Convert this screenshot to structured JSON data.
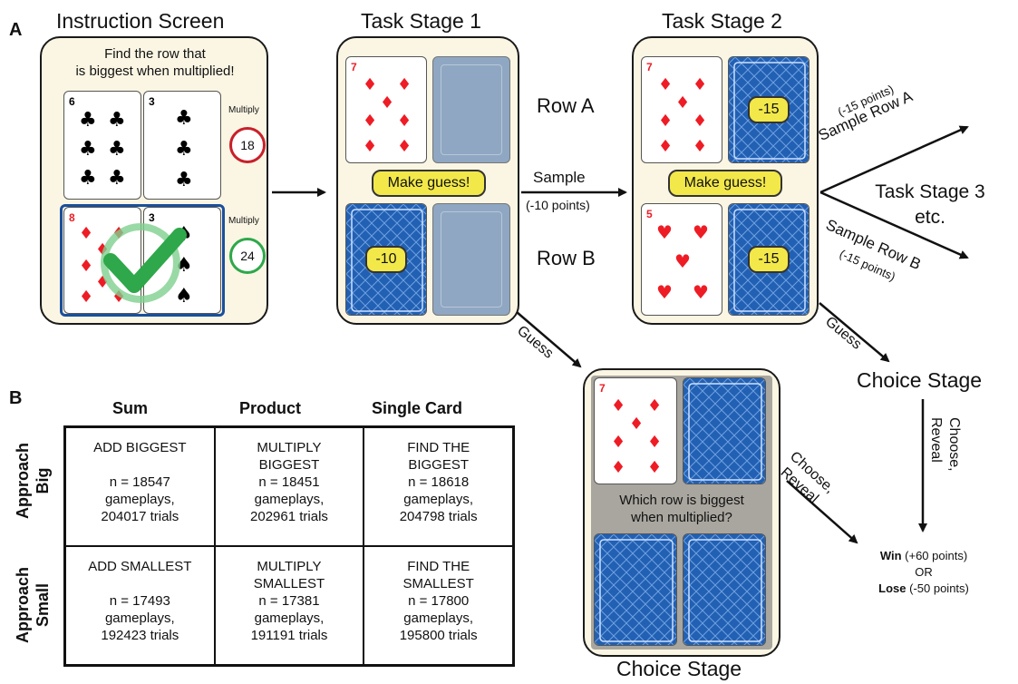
{
  "panel_letters": {
    "a": "A",
    "b": "B"
  },
  "instruction": {
    "title": "Instruction Screen",
    "prompt": "Find the row that\nis biggest when multiplied!",
    "multiply_label": "Multiply",
    "row1_product": "18",
    "row2_product": "24",
    "row1_cards": [
      "6",
      "3"
    ],
    "row2_cards": [
      "8",
      "3"
    ]
  },
  "stage1": {
    "title": "Task Stage 1",
    "row_a": "Row A",
    "row_b": "Row B",
    "guess_button": "Make guess!",
    "cost_badge": "-10",
    "card_a": "7"
  },
  "stage2": {
    "title": "Task Stage 2",
    "guess_button": "Make guess!",
    "cost_badge_a": "-15",
    "cost_badge_b": "-15",
    "card_a": "7",
    "card_b": "5"
  },
  "arrows": {
    "sample": "Sample",
    "sample_cost": "(-10 points)",
    "guess1": "Guess",
    "guess2": "Guess",
    "sample_row_a": "Sample Row A",
    "sample_row_a_cost": "(-15 points)",
    "sample_row_b": "Sample Row B",
    "sample_row_b_cost": "(-15 points)",
    "task_stage3_line1": "Task Stage 3",
    "task_stage3_line2": "etc.",
    "choice_stage_right": "Choice Stage",
    "choose_reveal_vertical_1": "Choose,",
    "choose_reveal_vertical_2": "Reveal",
    "choose_reveal_diag_1": "Choose,",
    "choose_reveal_diag_2": "Reveal"
  },
  "outcome": {
    "win": "Win",
    "win_pts": "(+60 points)",
    "or": "OR",
    "lose": "Lose",
    "lose_pts": "(-50 points)"
  },
  "choice_stage": {
    "title": "Choice Stage",
    "question": "Which row is biggest\nwhen multiplied?",
    "card": "7"
  },
  "table": {
    "col_headers": [
      "Sum",
      "Product",
      "Single Card"
    ],
    "row_headers": [
      [
        "Approach",
        "Big"
      ],
      [
        "Approach",
        "Small"
      ]
    ],
    "rows": [
      [
        "ADD BIGGEST\n\nn = 18547\ngameplays,\n204017 trials",
        "MULTIPLY\nBIGGEST\nn = 18451\ngameplays,\n202961 trials",
        "FIND THE\nBIGGEST\nn = 18618\ngameplays,\n204798 trials"
      ],
      [
        "ADD SMALLEST\n\nn = 17493\ngameplays,\n192423 trials",
        "MULTIPLY\nSMALLEST\nn = 17381\ngameplays,\n191191 trials",
        "FIND THE\nSMALLEST\nn = 17800\ngameplays,\n195800 trials"
      ]
    ]
  },
  "colors": {
    "panel_bg": "#fbf6e4",
    "card_back": "#1f5fb0",
    "pill": "#f2e84a",
    "suit_red": "#ee1c25",
    "ring_red": "#c8202a",
    "ring_green": "#2ea84a",
    "highlight_blue": "#1a4f9c"
  },
  "icons": [
    "club-icon",
    "diamond-icon",
    "heart-icon",
    "spade-icon",
    "checkmark-icon",
    "card-back-icon"
  ]
}
